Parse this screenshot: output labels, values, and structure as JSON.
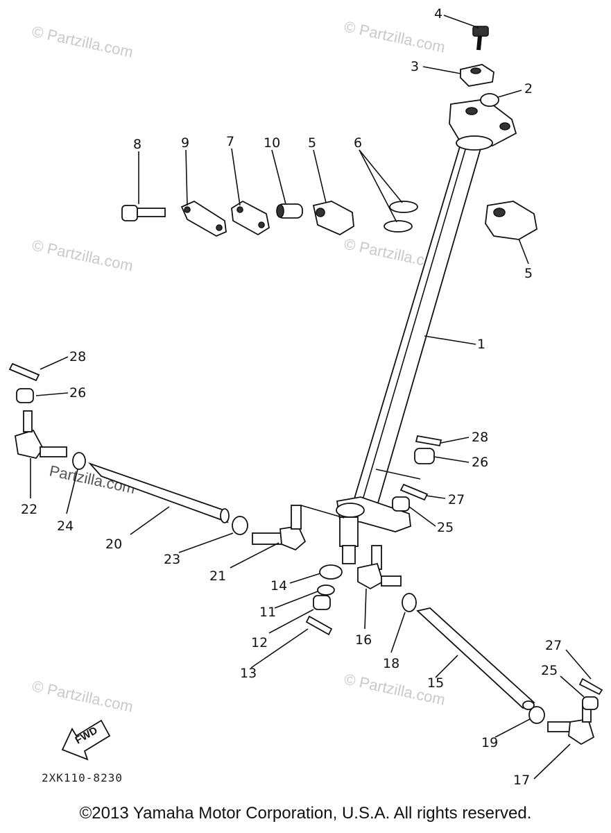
{
  "watermark": "© Partzilla.com",
  "watermark_inline": "Partzilla.com",
  "diagram_code": "2XK110-8230",
  "fwd_label": "FWD",
  "copyright": "©2013 Yamaha Motor Corporation, U.S.A. All rights reserved.",
  "callouts": {
    "c1": "1",
    "c2": "2",
    "c3": "3",
    "c4": "4",
    "c5a": "5",
    "c5b": "5",
    "c6": "6",
    "c7": "7",
    "c8": "8",
    "c9": "9",
    "c10": "10",
    "c11": "11",
    "c12": "12",
    "c13": "13",
    "c14": "14",
    "c15": "15",
    "c16": "16",
    "c17": "17",
    "c18": "18",
    "c19": "19",
    "c20": "20",
    "c21": "21",
    "c22": "22",
    "c23": "23",
    "c24": "24",
    "c25a": "25",
    "c25b": "25",
    "c26a": "26",
    "c26b": "26",
    "c27a": "27",
    "c27b": "27",
    "c28a": "28",
    "c28b": "28"
  }
}
